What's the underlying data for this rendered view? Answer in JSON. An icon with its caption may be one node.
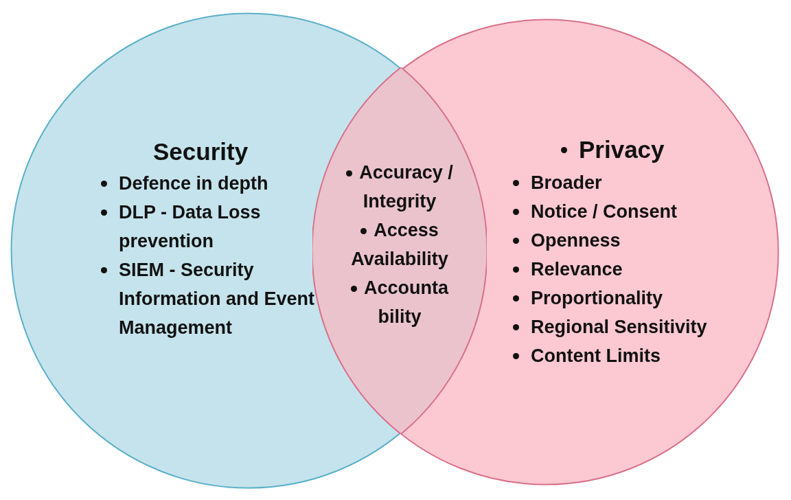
{
  "diagram": {
    "nodes": [
      {
        "text": [
          "Security",
          "Defence in depth",
          "DLP - Data Loss prevention",
          "SIEM - Security Information and Event Management"
        ]
      },
      {
        "text": [
          "Privacy",
          "Broader",
          "Notice / Consent",
          "Openness",
          "Relevance",
          "Proportionality",
          "Regional Sensitivity",
          "Content Limits"
        ]
      },
      {
        "text": [
          "Accuracy / Integrity",
          "Access Availability",
          "Accounta bility"
        ]
      }
    ],
    "edges": []
  }
}
